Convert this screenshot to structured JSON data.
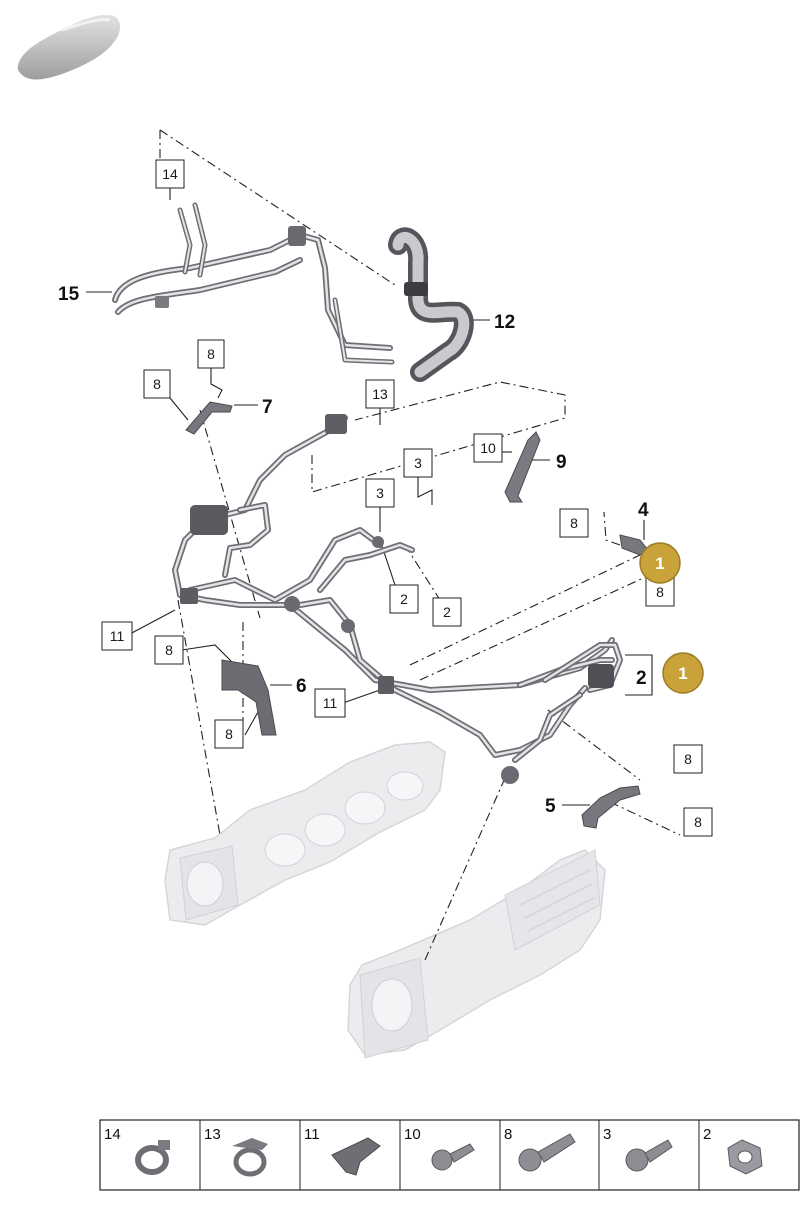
{
  "callouts": {
    "c14": "14",
    "c15": "15",
    "c12": "12",
    "c13": "13",
    "c8a": "8",
    "c8b": "8",
    "c7": "7",
    "c10": "10",
    "c9": "9",
    "c3a": "3",
    "c3b": "3",
    "c8c": "8",
    "c4": "4",
    "c8d": "8",
    "c2a": "2",
    "c2b": "2",
    "c11a": "11",
    "c8e": "8",
    "c6": "6",
    "c8f": "8",
    "c11b": "11",
    "c2c": "2",
    "c8g": "8",
    "c5": "5",
    "c8h": "8"
  },
  "badges": {
    "b1": "1",
    "b2": "1"
  },
  "legend": [
    {
      "number": "14",
      "icon": "hose-clamp-icon"
    },
    {
      "number": "13",
      "icon": "hose-clip-icon"
    },
    {
      "number": "11",
      "icon": "bracket-clip-icon"
    },
    {
      "number": "10",
      "icon": "screw-icon"
    },
    {
      "number": "8",
      "icon": "screw-icon"
    },
    {
      "number": "3",
      "icon": "screw-icon"
    },
    {
      "number": "2",
      "icon": "nut-icon"
    }
  ],
  "colors": {
    "badge": "#c9a33a",
    "line": "#222222",
    "hose": "#8b8b90",
    "ghost": "#e6e6e9"
  }
}
